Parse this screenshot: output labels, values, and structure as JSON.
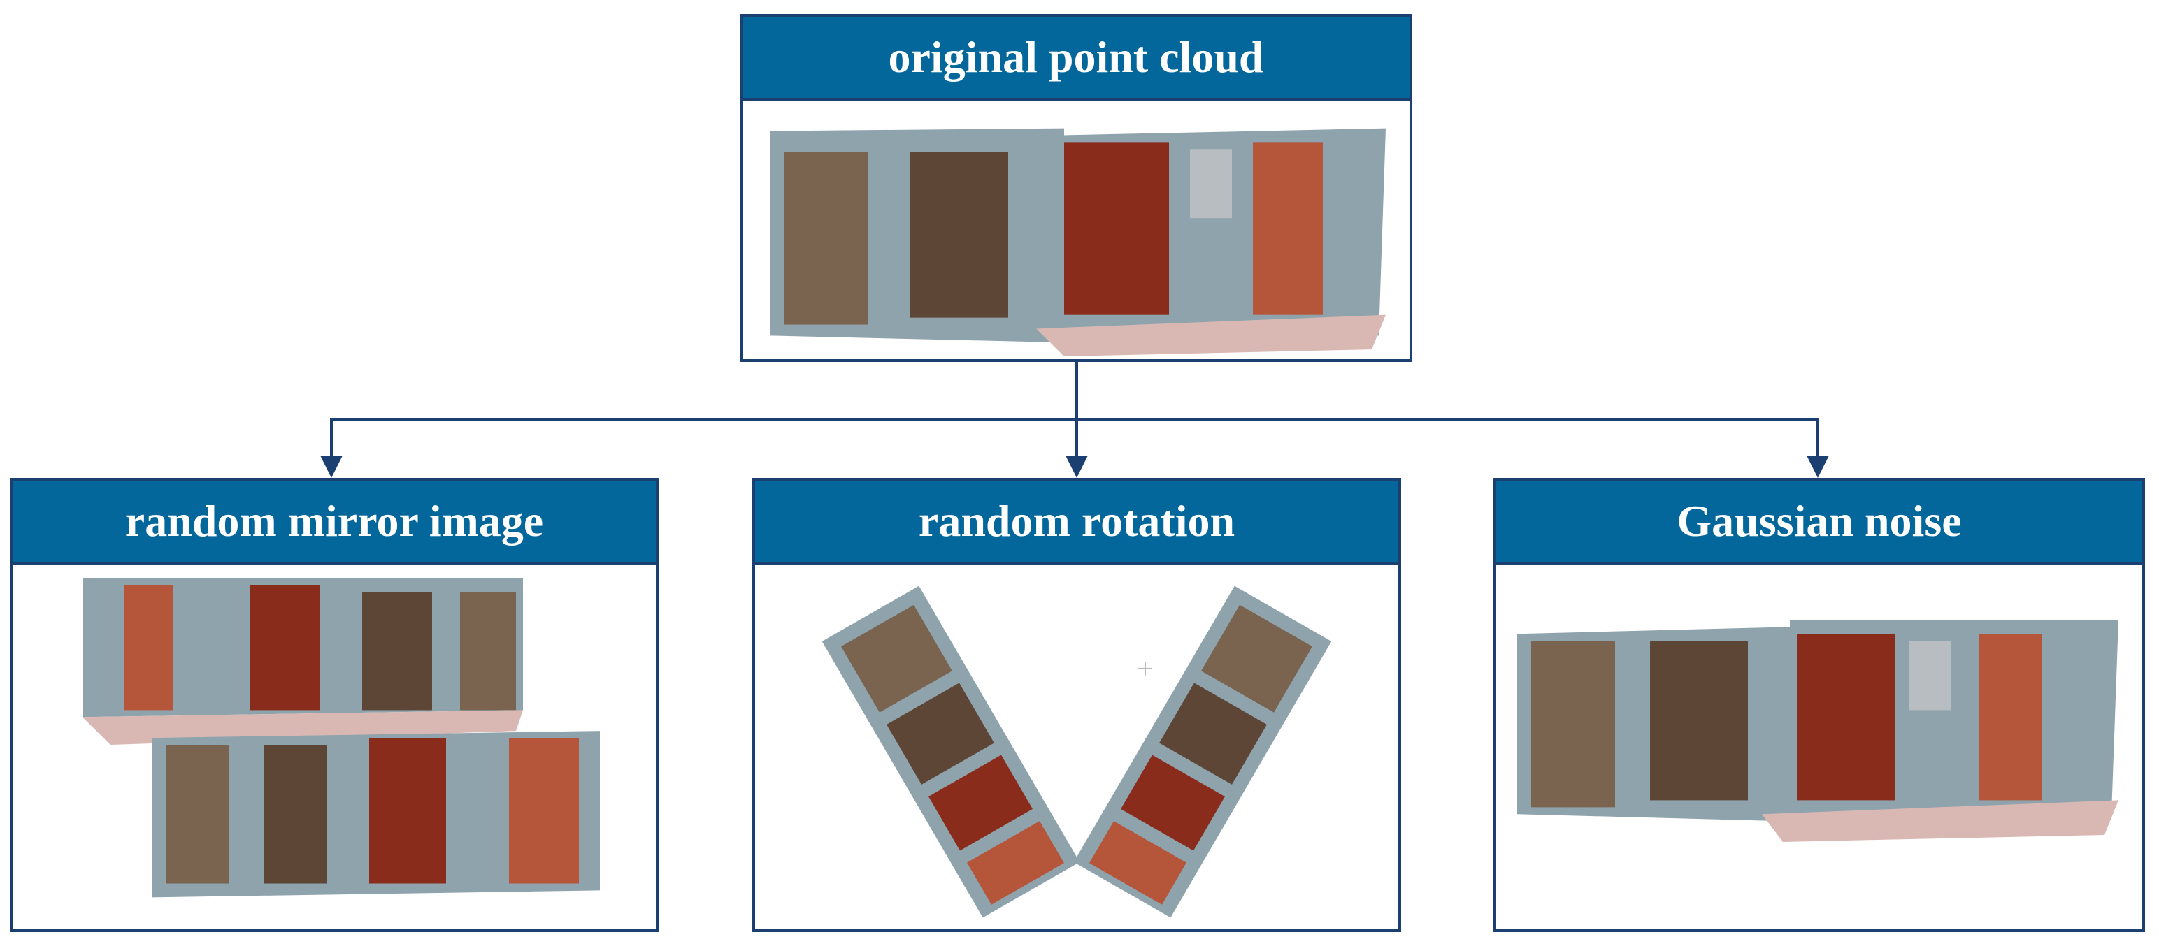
{
  "nodes": {
    "original": {
      "title": "original point cloud"
    },
    "mirror": {
      "title": "random mirror image"
    },
    "rotation": {
      "title": "random rotation"
    },
    "noise": {
      "title": "Gaussian noise"
    }
  },
  "colors": {
    "header_fill": "#03679b",
    "border": "#1b3f70",
    "arrow": "#1b3f70",
    "wall_blue": "#8fa3ad",
    "door_brown": "#5e4637",
    "door_wood": "#7a6450",
    "door_red": "#8a2c1c",
    "door_orange": "#b5553a",
    "ground": "#d9b8b4"
  },
  "edges": [
    {
      "from": "original",
      "to": "mirror"
    },
    {
      "from": "original",
      "to": "rotation"
    },
    {
      "from": "original",
      "to": "noise"
    }
  ]
}
